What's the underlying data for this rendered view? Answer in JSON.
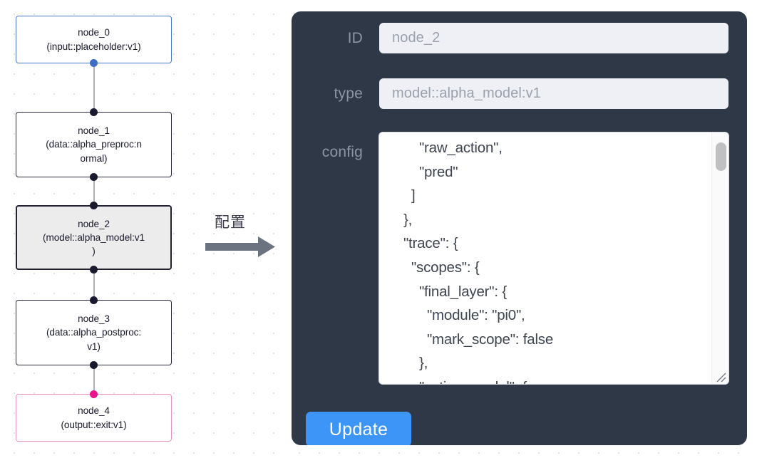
{
  "graph": {
    "nodes": [
      {
        "id": "node_0",
        "label": "node_0\n(input::placeholder:v1)",
        "state": "start"
      },
      {
        "id": "node_1",
        "label": "node_1\n(data::alpha_preproc:n\normal)",
        "state": "default"
      },
      {
        "id": "node_2",
        "label": "node_2\n(model::alpha_model:v1\n)",
        "state": "selected"
      },
      {
        "id": "node_3",
        "label": "node_3\n(data::alpha_postproc:\nv1)",
        "state": "default"
      },
      {
        "id": "node_4",
        "label": "node_4\n(output::exit:v1)",
        "state": "end"
      }
    ],
    "colors": {
      "start_border": "#4a7ac7",
      "end_border": "#e992bd",
      "selected_fill": "#ececec",
      "default_border": "#2b2b3d",
      "edge": "#b0b0b4",
      "port": "#1a1a2e",
      "port_start": "#3f6fc4",
      "port_end": "#e8148c",
      "grid_dot": "#d8d8dc"
    }
  },
  "arrow": {
    "label": "配置",
    "color": "#6b7280"
  },
  "panel": {
    "background": "#2e3847",
    "fields": [
      {
        "label": "ID",
        "value": "node_2"
      },
      {
        "label": "type",
        "value": "model::alpha_model:v1"
      },
      {
        "label": "config",
        "value": ""
      }
    ],
    "id_label": "ID",
    "id_value": "node_2",
    "type_label": "type",
    "type_value": "model::alpha_model:v1",
    "config_label": "config",
    "config_value": "        \"raw_action\",\n        \"pred\"\n      ]\n    },\n    \"trace\": {\n      \"scopes\": {\n        \"final_layer\": {\n          \"module\": \"pi0\",\n          \"mark_scope\": false\n        },\n        \"action_model\": {",
    "update_label": "Update",
    "update_color": "#3d96f7"
  }
}
